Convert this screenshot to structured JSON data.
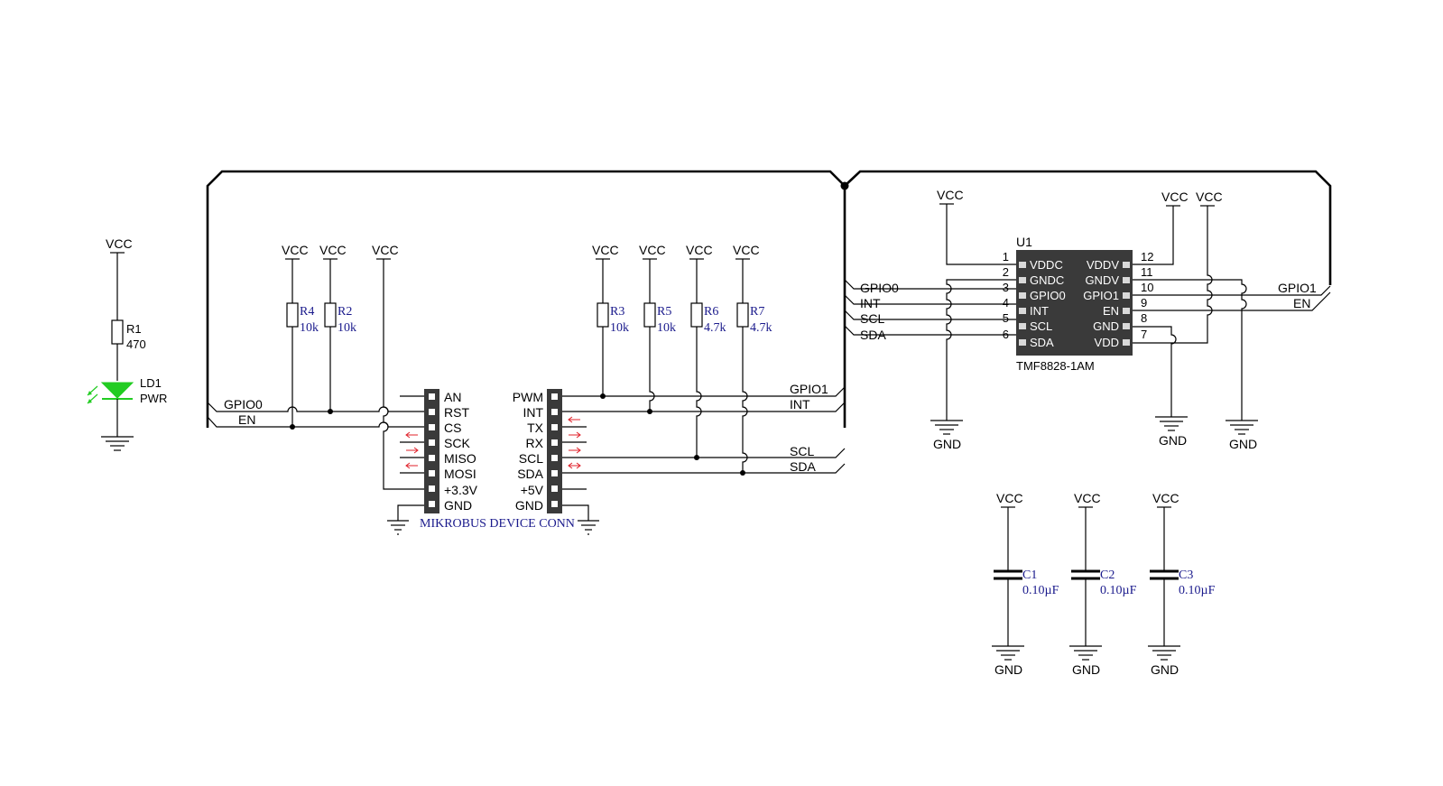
{
  "power": {
    "vcc": "VCC",
    "gnd": "GND"
  },
  "led": {
    "resistor": {
      "ref": "R1",
      "value": "470"
    },
    "ref": "LD1",
    "value": "PWR",
    "color": "#22cc22"
  },
  "pullups_left": [
    {
      "ref": "R4",
      "value": "10k"
    },
    {
      "ref": "R2",
      "value": "10k"
    }
  ],
  "pullups_right": [
    {
      "ref": "R3",
      "value": "10k"
    },
    {
      "ref": "R5",
      "value": "10k"
    },
    {
      "ref": "R6",
      "value": "4.7k"
    },
    {
      "ref": "R7",
      "value": "4.7k"
    }
  ],
  "connector": {
    "name": "MIKROBUS DEVICE CONN",
    "left_pins": [
      "AN",
      "RST",
      "CS",
      "SCK",
      "MISO",
      "MOSI",
      "+3.3V",
      "GND"
    ],
    "right_pins": [
      "PWM",
      "INT",
      "TX",
      "RX",
      "SCL",
      "SDA",
      "+5V",
      "GND"
    ]
  },
  "nets": {
    "left": [
      "GPIO0",
      "EN"
    ],
    "right": [
      "GPIO1",
      "INT",
      "SCL",
      "SDA"
    ],
    "chip_left": [
      "GPIO0",
      "INT",
      "SCL",
      "SDA"
    ],
    "chip_right": [
      "GPIO1",
      "EN"
    ]
  },
  "chip": {
    "ref": "U1",
    "part": "TMF8828-1AM",
    "left_pins": [
      {
        "num": "1",
        "name": "VDDC"
      },
      {
        "num": "2",
        "name": "GNDC"
      },
      {
        "num": "3",
        "name": "GPIO0"
      },
      {
        "num": "4",
        "name": "INT"
      },
      {
        "num": "5",
        "name": "SCL"
      },
      {
        "num": "6",
        "name": "SDA"
      }
    ],
    "right_pins": [
      {
        "num": "12",
        "name": "VDDV"
      },
      {
        "num": "11",
        "name": "GNDV"
      },
      {
        "num": "10",
        "name": "GPIO1"
      },
      {
        "num": "9",
        "name": "EN"
      },
      {
        "num": "8",
        "name": "GND"
      },
      {
        "num": "7",
        "name": "VDD"
      }
    ]
  },
  "capacitors": [
    {
      "ref": "C1",
      "value": "0.10µF"
    },
    {
      "ref": "C2",
      "value": "0.10µF"
    },
    {
      "ref": "C3",
      "value": "0.10µF"
    }
  ],
  "colors": {
    "wire": "#000000",
    "label_blue": "#1a1a8c",
    "arrow_red": "#e0202a",
    "chip_body": "#3a3a3a"
  }
}
